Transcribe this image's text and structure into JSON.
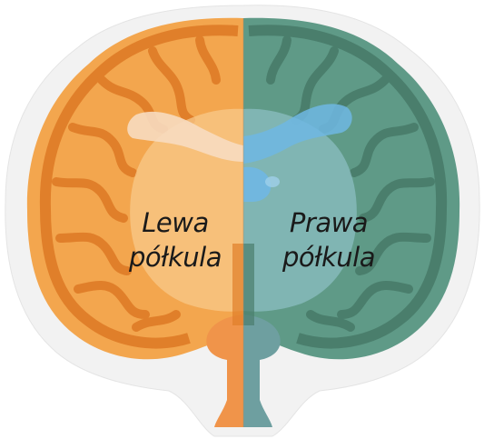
{
  "labels": {
    "left": {
      "line1": "Lewa",
      "line2": "półkula"
    },
    "right": {
      "line1": "Prawa",
      "line2": "półkula"
    }
  },
  "colors": {
    "left_hemisphere": "#f3a64e",
    "left_gyri_dark": "#e07f2a",
    "left_white_matter": "#f8c88a",
    "right_hemisphere": "#5f9a87",
    "right_gyri_dark": "#4a7e6c",
    "right_white_matter": "#8fc0c6",
    "ventricle_blue": "#6fb7e3",
    "background_halo": "#f2f2f2"
  }
}
